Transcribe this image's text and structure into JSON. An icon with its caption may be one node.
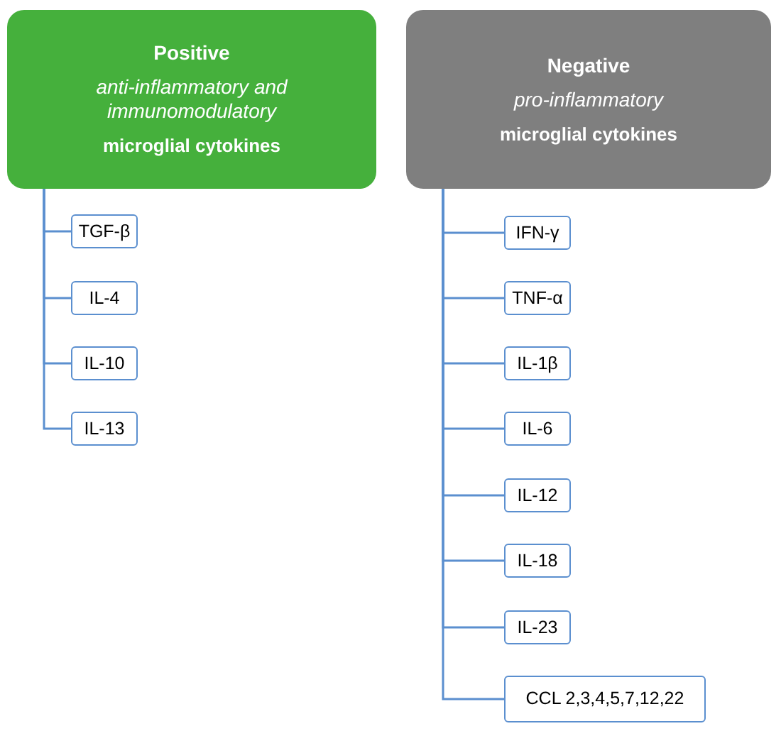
{
  "diagram": {
    "nodes": [
      {
        "text": [
          "Positive",
          "anti-inflammatory and immunomodulatory",
          "microglial cytokines"
        ]
      },
      {
        "text": [
          "TGF-β"
        ]
      },
      {
        "text": [
          "IL-4"
        ]
      },
      {
        "text": [
          "IL-10"
        ]
      },
      {
        "text": [
          "IL-13"
        ]
      },
      {
        "text": [
          "Negative",
          "pro-inflammatory",
          "microglial cytokines"
        ]
      },
      {
        "text": [
          "IFN-γ"
        ]
      },
      {
        "text": [
          "TNF-α"
        ]
      },
      {
        "text": [
          "IL-1β"
        ]
      },
      {
        "text": [
          "IL-6"
        ]
      },
      {
        "text": [
          "IL-12"
        ]
      },
      {
        "text": [
          "IL-18"
        ]
      },
      {
        "text": [
          "IL-23"
        ]
      },
      {
        "text": [
          "CCL 2,3,4,5,7,12,22"
        ]
      }
    ],
    "edges": [
      {
        "from": 0,
        "to": 1,
        "arrow": "none"
      },
      {
        "from": 0,
        "to": 2,
        "arrow": "none"
      },
      {
        "from": 0,
        "to": 3,
        "arrow": "none"
      },
      {
        "from": 0,
        "to": 4,
        "arrow": "none"
      },
      {
        "from": 5,
        "to": 6,
        "arrow": "none"
      },
      {
        "from": 5,
        "to": 7,
        "arrow": "none"
      },
      {
        "from": 5,
        "to": 8,
        "arrow": "none"
      },
      {
        "from": 5,
        "to": 9,
        "arrow": "none"
      },
      {
        "from": 5,
        "to": 10,
        "arrow": "none"
      },
      {
        "from": 5,
        "to": 11,
        "arrow": "none"
      },
      {
        "from": 5,
        "to": 12,
        "arrow": "none"
      },
      {
        "from": 5,
        "to": 13,
        "arrow": "none"
      }
    ]
  }
}
